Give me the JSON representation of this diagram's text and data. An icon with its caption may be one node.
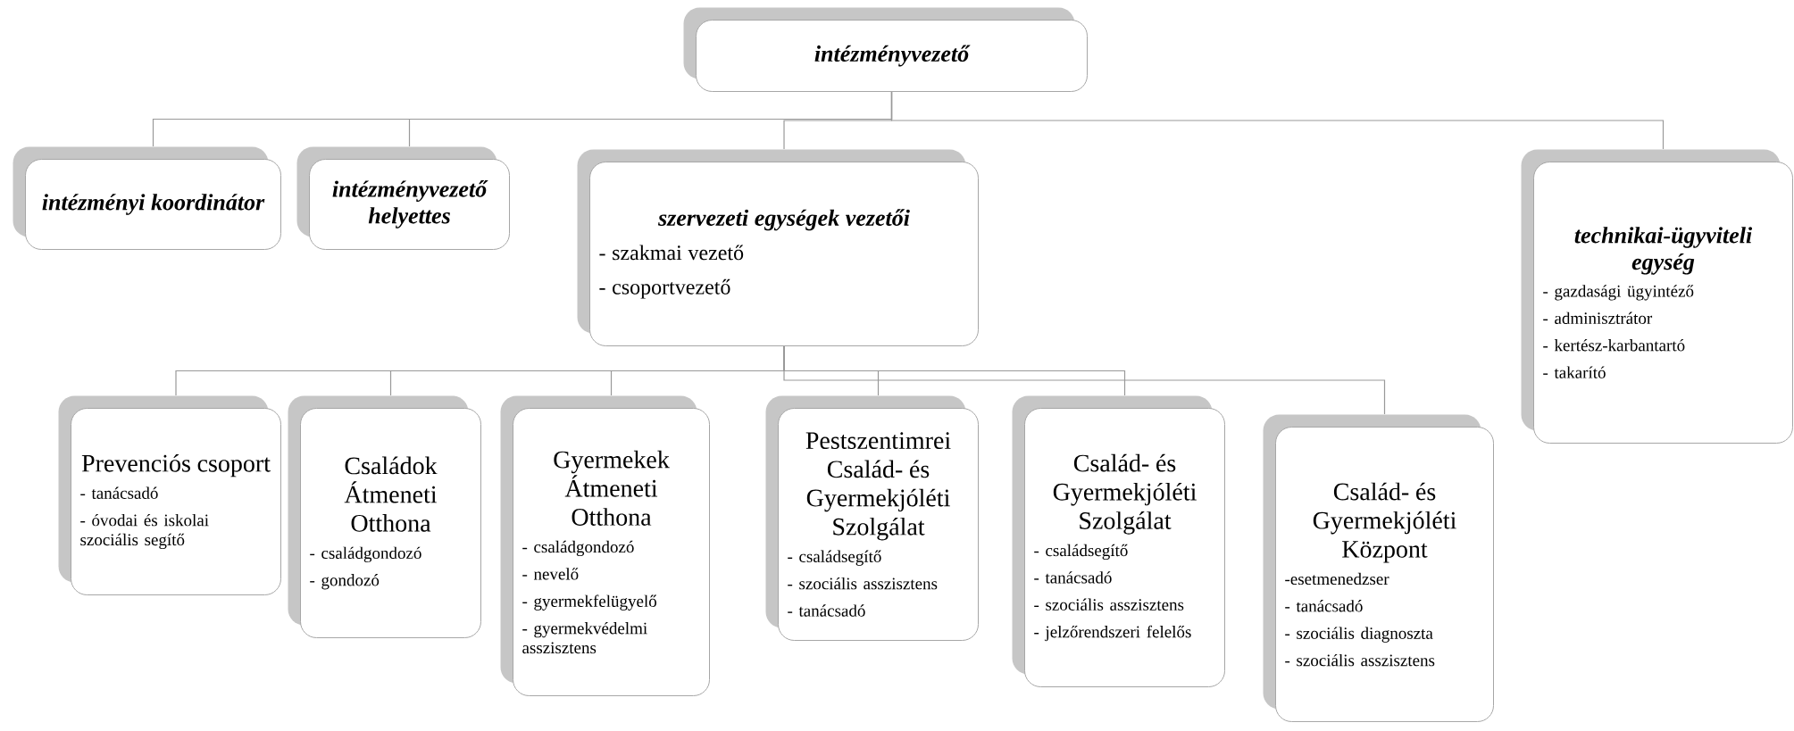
{
  "diagram": {
    "nodes": [
      {
        "text": [
          "intézményvezető"
        ]
      },
      {
        "text": [
          "intézményi koordinátor"
        ]
      },
      {
        "text": [
          "intézményvezető helyettes"
        ]
      },
      {
        "text": [
          "szervezeti egységek vezetői",
          "- szakmai vezető",
          "- csoportvezető"
        ]
      },
      {
        "text": [
          "technikai-ügyviteli egység",
          "- gazdasági ügyintéző",
          "- adminisztrátor",
          "- kertész-karbantartó",
          "- takarító"
        ]
      },
      {
        "text": [
          "Prevenciós csoport",
          "- tanácsadó",
          "- óvodai és iskolai szociális segítő"
        ]
      },
      {
        "text": [
          "Családok Átmeneti Otthona",
          "- családgondozó",
          "- gondozó"
        ]
      },
      {
        "text": [
          "Gyermekek Átmeneti Otthona",
          "- családgondozó",
          "- nevelő",
          "- gyermekfelügyelő",
          "- gyermekvédelmi asszisztens"
        ]
      },
      {
        "text": [
          "Pestszentimrei Család- és Gyermekjóléti Szolgálat",
          "- családsegítő",
          "- szociális asszisztens",
          "- tanácsadó"
        ]
      },
      {
        "text": [
          "Család- és Gyermekjóléti Szolgálat",
          "- családsegítő",
          "- tanácsadó",
          "- szociális asszisztens",
          "- jelzőrendszeri felelős"
        ]
      },
      {
        "text": [
          "Család- és Gyermekjóléti Központ",
          "-esetmenedzser",
          "- tanácsadó",
          "- szociális diagnoszta",
          "- szociális asszisztens"
        ]
      }
    ],
    "edges": [
      {
        "from": 0,
        "to": 1,
        "arrow": "none"
      },
      {
        "from": 0,
        "to": 2,
        "arrow": "none"
      },
      {
        "from": 0,
        "to": 3,
        "arrow": "none"
      },
      {
        "from": 0,
        "to": 4,
        "arrow": "none"
      },
      {
        "from": 3,
        "to": 5,
        "arrow": "none"
      },
      {
        "from": 3,
        "to": 6,
        "arrow": "none"
      },
      {
        "from": 3,
        "to": 7,
        "arrow": "none"
      },
      {
        "from": 3,
        "to": 8,
        "arrow": "none"
      },
      {
        "from": 3,
        "to": 9,
        "arrow": "none"
      },
      {
        "from": 3,
        "to": 10,
        "arrow": "none"
      }
    ]
  }
}
